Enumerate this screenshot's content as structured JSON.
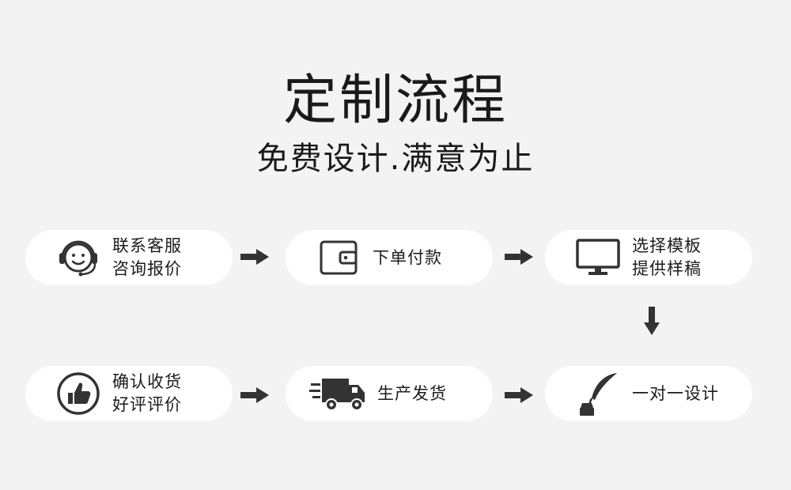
{
  "header": {
    "title": "定制流程",
    "subtitle": "免费设计.满意为止"
  },
  "steps": [
    {
      "icon": "headset-icon",
      "lines": [
        "联系客服",
        "咨询报价"
      ]
    },
    {
      "icon": "wallet-icon",
      "lines": [
        "下单付款"
      ]
    },
    {
      "icon": "monitor-icon",
      "lines": [
        "选择模板",
        "提供样稿"
      ]
    },
    {
      "icon": "quill-ink-icon",
      "lines": [
        "一对一设计"
      ]
    },
    {
      "icon": "delivery-truck-icon",
      "lines": [
        "生产发货"
      ]
    },
    {
      "icon": "thumbs-up-icon",
      "lines": [
        "确认收货",
        "好评评价"
      ]
    }
  ],
  "colors": {
    "background": "#f3f3f3",
    "card": "#ffffff",
    "icon": "#333333",
    "text": "#1a1a1a"
  }
}
